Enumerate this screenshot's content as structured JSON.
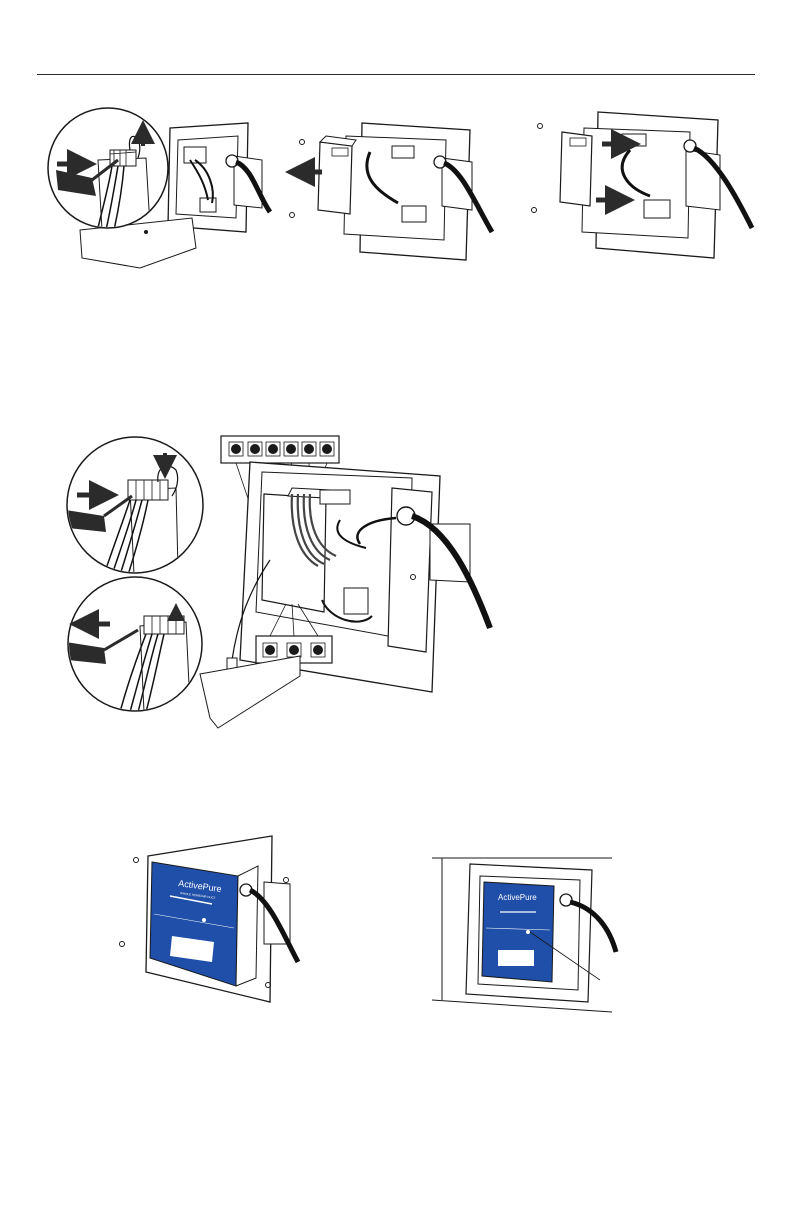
{
  "page": {
    "brand_text": "ActivePure",
    "brand_sub": "WHOLE HOME/AIR DUCT",
    "bottom_figures": 2,
    "colors": {
      "line": "#1a1a1a",
      "arrow": "#2b2b2b",
      "panel_blue": "#1f4fa8",
      "panel_label_bg": "#ffffff",
      "frame_fill": "#ffffff",
      "wire": "#111111"
    },
    "icons": [
      "screwdriver-icon",
      "arrow-right-icon",
      "arrow-left-icon",
      "arrow-up-icon",
      "arrow-down-icon"
    ]
  }
}
